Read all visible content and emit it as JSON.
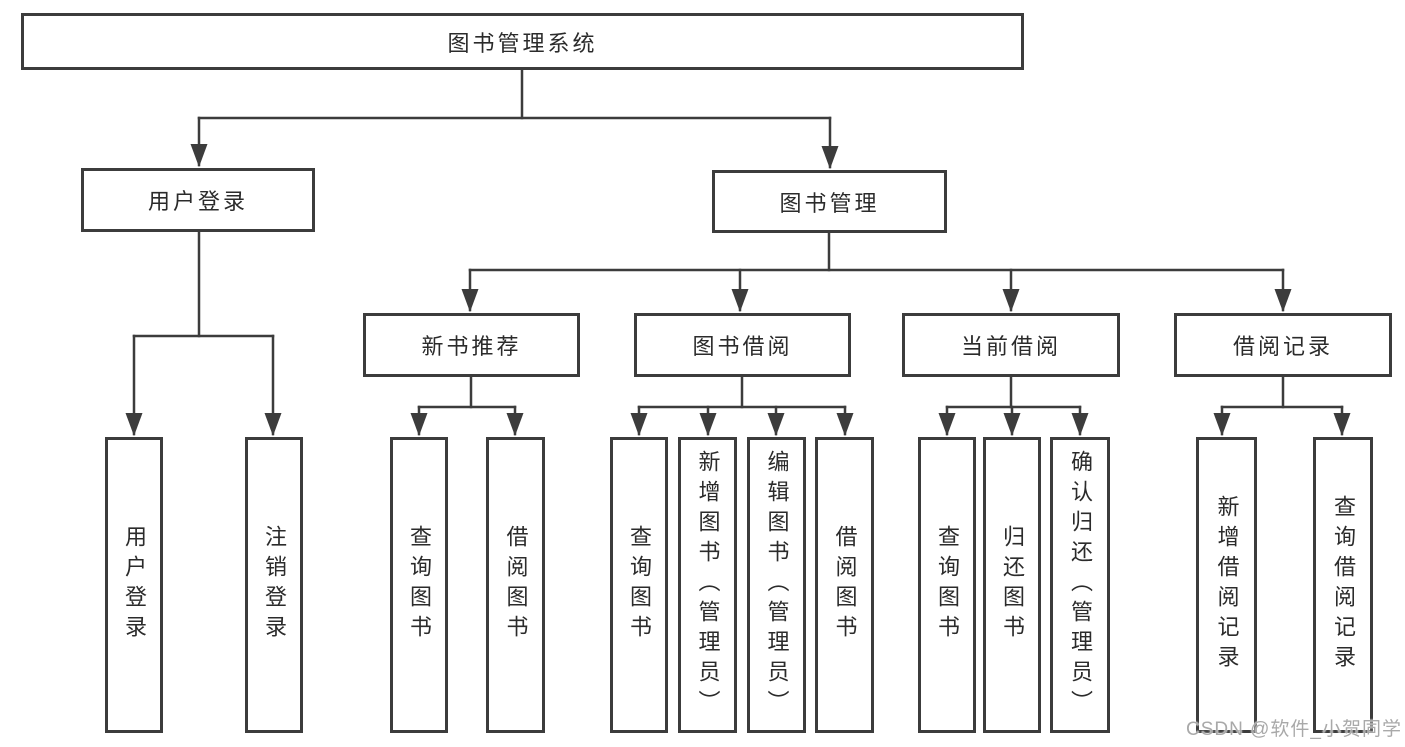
{
  "diagram": {
    "root": {
      "label": "图书管理系统"
    },
    "branches": [
      {
        "label": "用户登录",
        "children": [
          {
            "label": "用户登录"
          },
          {
            "label": "注销登录"
          }
        ]
      },
      {
        "label": "图书管理",
        "children": [
          {
            "label": "新书推荐",
            "children": [
              {
                "label": "查询图书"
              },
              {
                "label": "借阅图书"
              }
            ]
          },
          {
            "label": "图书借阅",
            "children": [
              {
                "label": "查询图书"
              },
              {
                "label": "新增图书（管理员）"
              },
              {
                "label": "编辑图书（管理员）"
              },
              {
                "label": "借阅图书"
              }
            ]
          },
          {
            "label": "当前借阅",
            "children": [
              {
                "label": "查询图书"
              },
              {
                "label": "归还图书"
              },
              {
                "label": "确认归还（管理员）"
              }
            ]
          },
          {
            "label": "借阅记录",
            "children": [
              {
                "label": "新增借阅记录"
              },
              {
                "label": "查询借阅记录"
              }
            ]
          }
        ]
      }
    ]
  },
  "watermark": {
    "text": "CSDN @软件_小贺同学"
  },
  "colors": {
    "border": "#3c3c3c",
    "line": "#3c3c3c",
    "text": "#2b2b2b",
    "background": "#ffffff",
    "watermark": "#a9a9a9"
  }
}
